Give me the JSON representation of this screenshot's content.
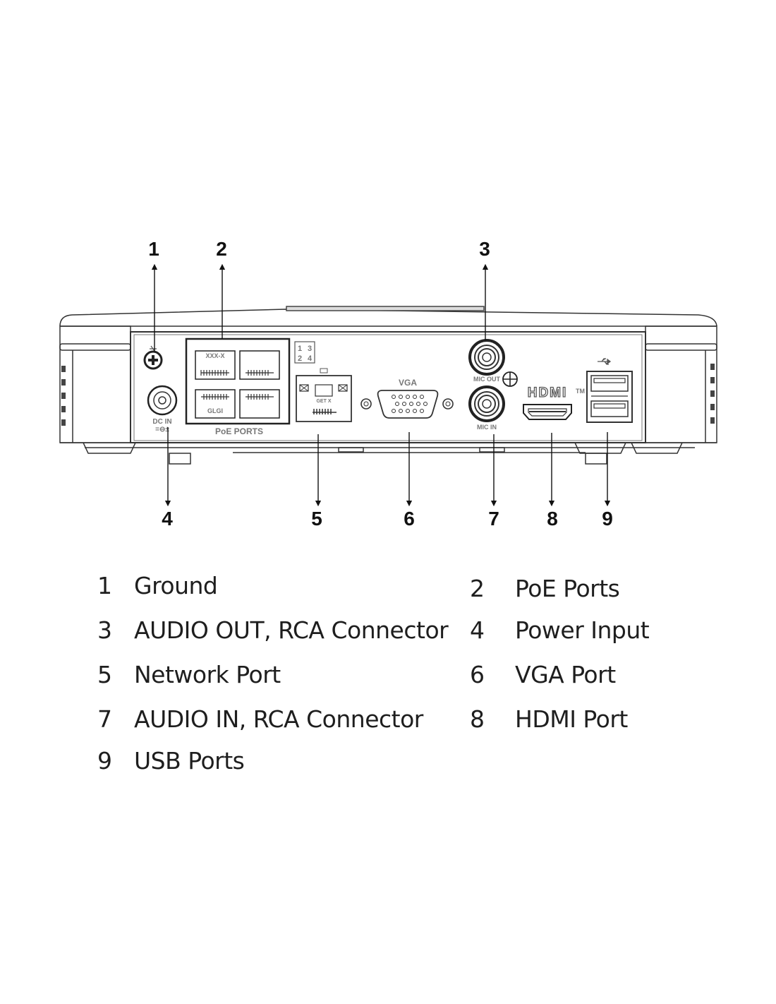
{
  "diagram": {
    "title": "NVR rear panel",
    "panel_labels": {
      "poe_port_tag": "XXX-X",
      "poe_port_tag2": "GLGI",
      "poe_ports": "PoE PORTS",
      "poe_grid": [
        "1",
        "3",
        "2",
        "4"
      ],
      "lan_tag": "GET X",
      "vga": "VGA",
      "mic_out": "MIC OUT",
      "mic_in": "MIC IN",
      "hdmi": "HDMI",
      "hdmi_tm": "TM",
      "dc_in": "DC IN",
      "dc_symbol": "=⊖±"
    },
    "callouts_top": [
      "1",
      "2",
      "3"
    ],
    "callouts_bottom": [
      "4",
      "5",
      "6",
      "7",
      "8",
      "9"
    ]
  },
  "legend": [
    {
      "num": "1",
      "text": "Ground"
    },
    {
      "num": "2",
      "text": "PoE Ports"
    },
    {
      "num": "3",
      "text": "AUDIO OUT, RCA Connector"
    },
    {
      "num": "4",
      "text": "Power Input"
    },
    {
      "num": "5",
      "text": "Network Port"
    },
    {
      "num": "6",
      "text": "VGA Port"
    },
    {
      "num": "7",
      "text": "AUDIO IN, RCA Connector"
    },
    {
      "num": "8",
      "text": "HDMI Port"
    },
    {
      "num": "9",
      "text": "USB Ports"
    }
  ]
}
